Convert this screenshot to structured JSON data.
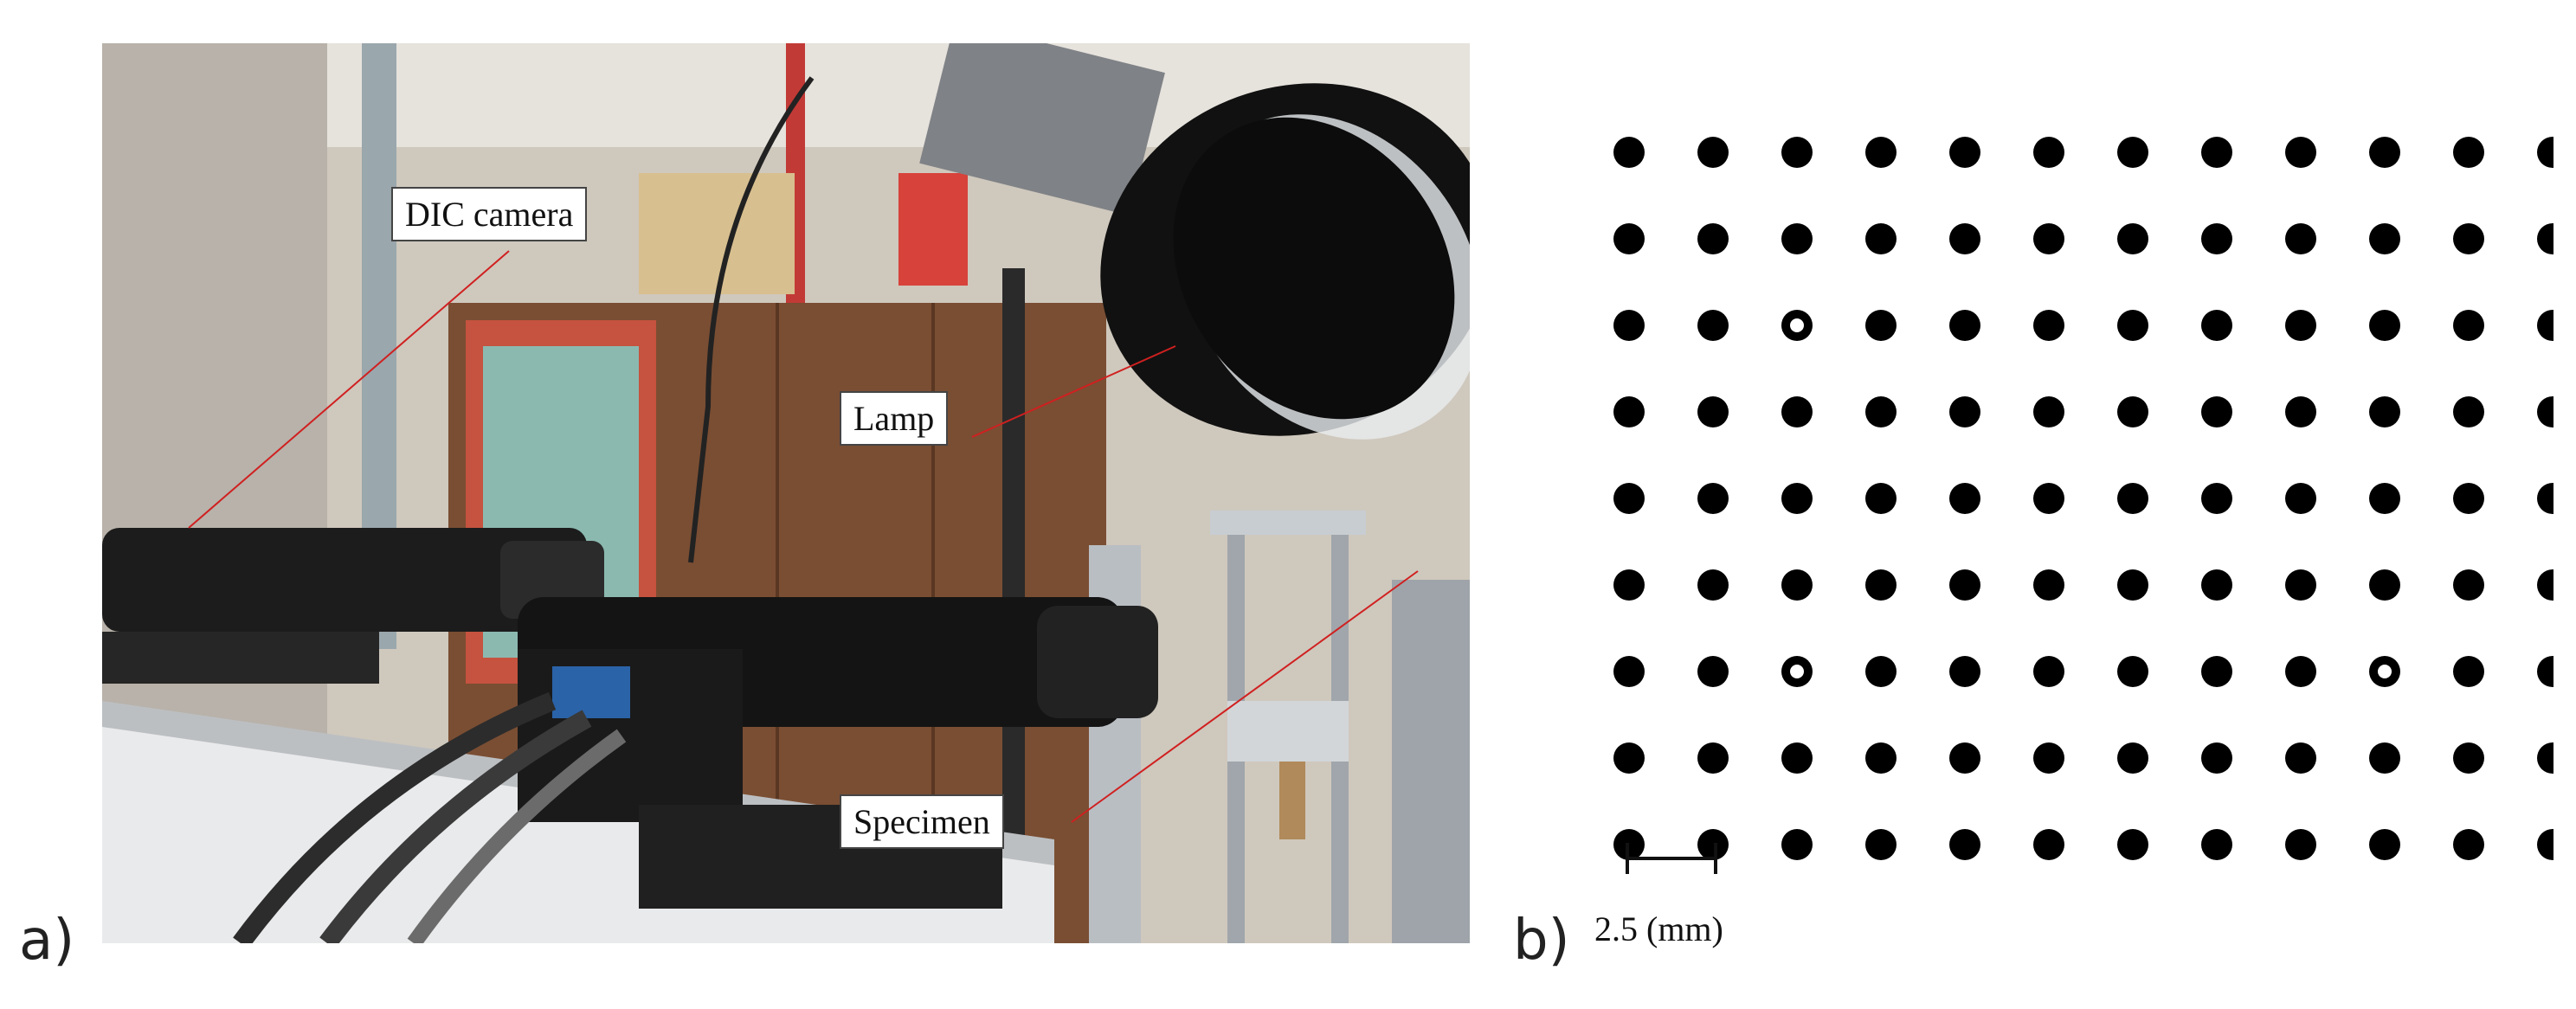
{
  "panels": {
    "a_label": "a)",
    "b_label": "b)"
  },
  "photo": {
    "labels": {
      "camera": "DIC camera",
      "lamp": "Lamp",
      "specimen": "Specimen"
    }
  },
  "grid": {
    "rows": 9,
    "cols": 12,
    "hollow_markers": [
      [
        2,
        2
      ],
      [
        6,
        2
      ],
      [
        6,
        9
      ]
    ],
    "dot_color": "#000000",
    "scale_label": "2.5 (mm)"
  }
}
